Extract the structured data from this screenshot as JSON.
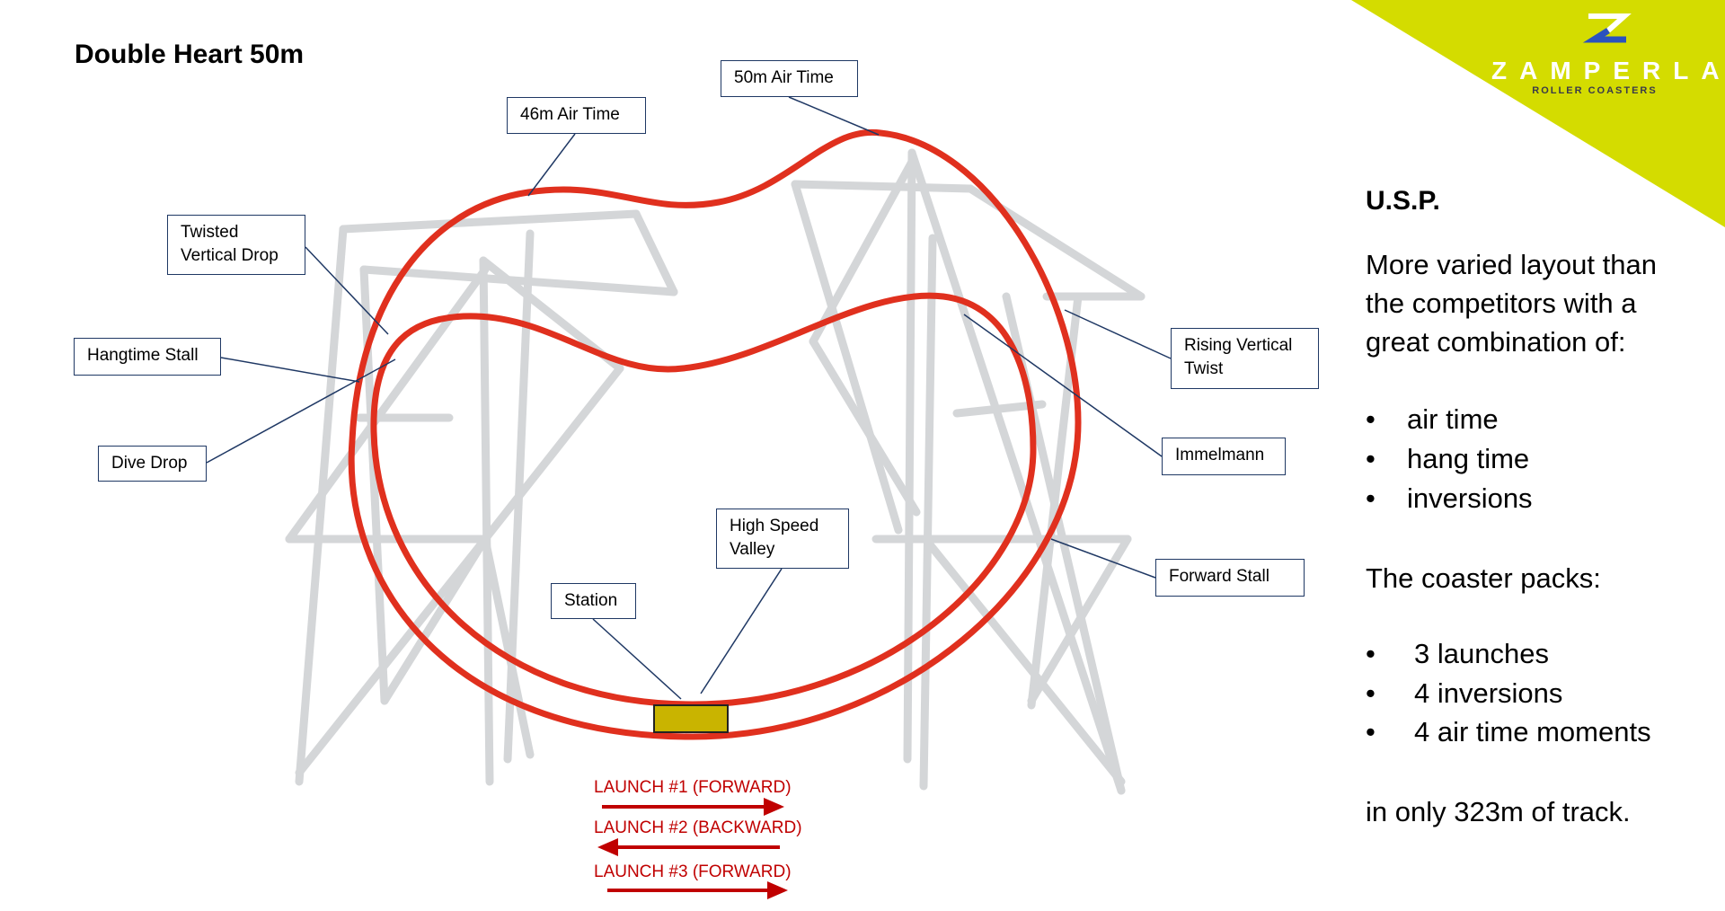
{
  "title": "Double Heart 50m",
  "brand": {
    "name": "ZAMPERLA",
    "tagline": "ROLLER COASTERS",
    "accent": "#d4dc00"
  },
  "callouts": {
    "air50": "50m Air Time",
    "air46": "46m Air Time",
    "twisted_1": "Twisted",
    "twisted_2": "Vertical Drop",
    "hangtime": "Hangtime Stall",
    "dive": "Dive Drop",
    "rising_1": "Rising Vertical",
    "rising_2": "Twist",
    "immelmann": "Immelmann",
    "forward_stall": "Forward Stall",
    "valley_1": "High Speed",
    "valley_2": "Valley",
    "station": "Station"
  },
  "launches": [
    {
      "label": "LAUNCH #1 (FORWARD)",
      "direction": "forward"
    },
    {
      "label": "LAUNCH #2 (BACKWARD)",
      "direction": "backward"
    },
    {
      "label": "LAUNCH #3 (FORWARD)",
      "direction": "forward"
    }
  ],
  "usp": {
    "heading": "U.S.P.",
    "intro_1": "More varied layout than",
    "intro_2": "the competitors with a",
    "intro_3": "great combination of:",
    "features": [
      "air time",
      "hang time",
      "inversions"
    ],
    "packs_heading": "The coaster packs:",
    "packs": [
      "3 launches",
      "4 inversions",
      "4 air time moments"
    ],
    "closing": "in only 323m of track."
  }
}
